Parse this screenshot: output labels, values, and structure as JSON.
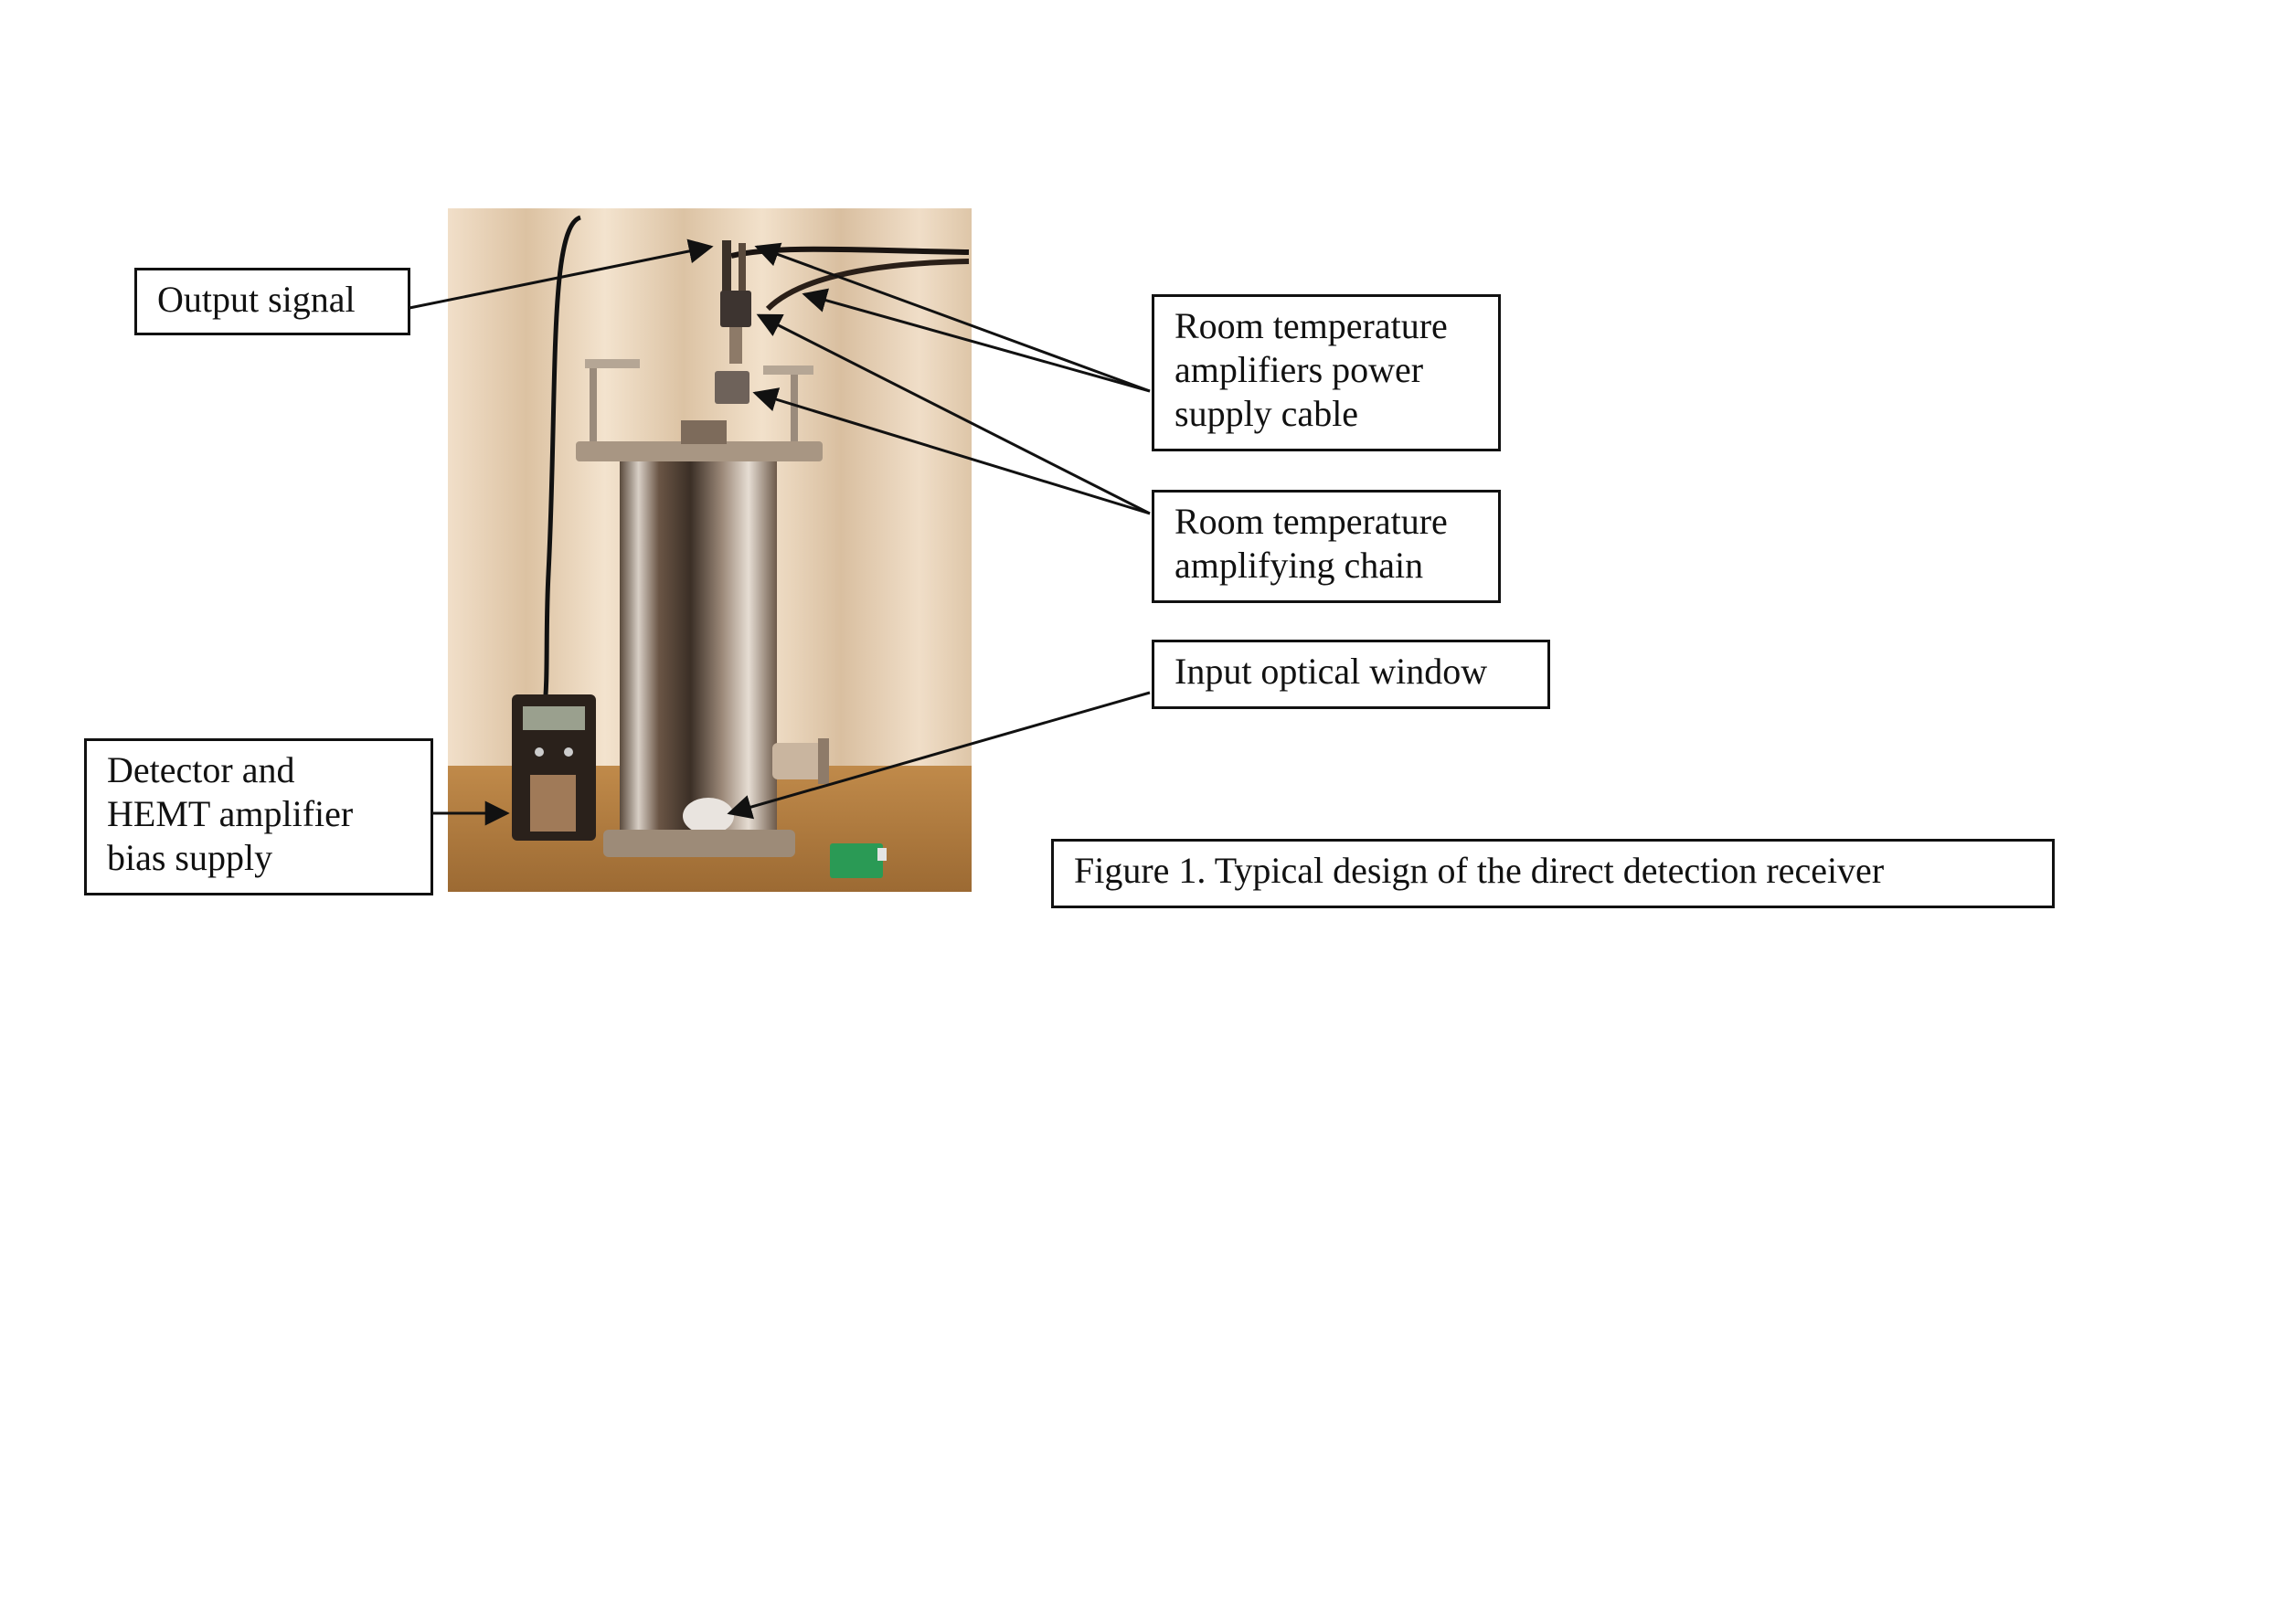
{
  "labels": {
    "output_signal": "Output signal",
    "power_supply_cable": [
      "Room temperature",
      "amplifiers power",
      "supply cable"
    ],
    "amplifying_chain": [
      "Room temperature",
      "amplifying chain"
    ],
    "input_window": "Input optical window",
    "bias_supply": [
      "Detector and",
      "HEMT amplifier",
      "bias supply"
    ]
  },
  "caption": "Figure 1. Typical design of the direct detection receiver",
  "colors": {
    "wall": "#eedcc6",
    "wall_stripe": "#d9c2a4",
    "shelf": "#b27d3e",
    "steel": "#8a7665",
    "meter_body": "#2a211b",
    "battery": "#2a9a55"
  }
}
